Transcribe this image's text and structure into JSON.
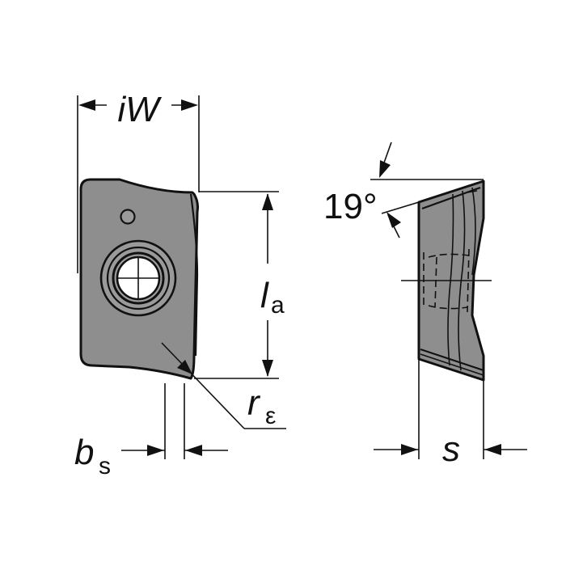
{
  "labels": {
    "iw": "iW",
    "la_main": "l",
    "la_sub": "a",
    "re_main": "r",
    "re_sub": "ε",
    "bs_main": "b",
    "bs_sub": "s",
    "s": "s",
    "angle": "19°"
  },
  "colors": {
    "insert_fill": "#8e8e8e",
    "line": "#111111",
    "background": "#ffffff"
  }
}
